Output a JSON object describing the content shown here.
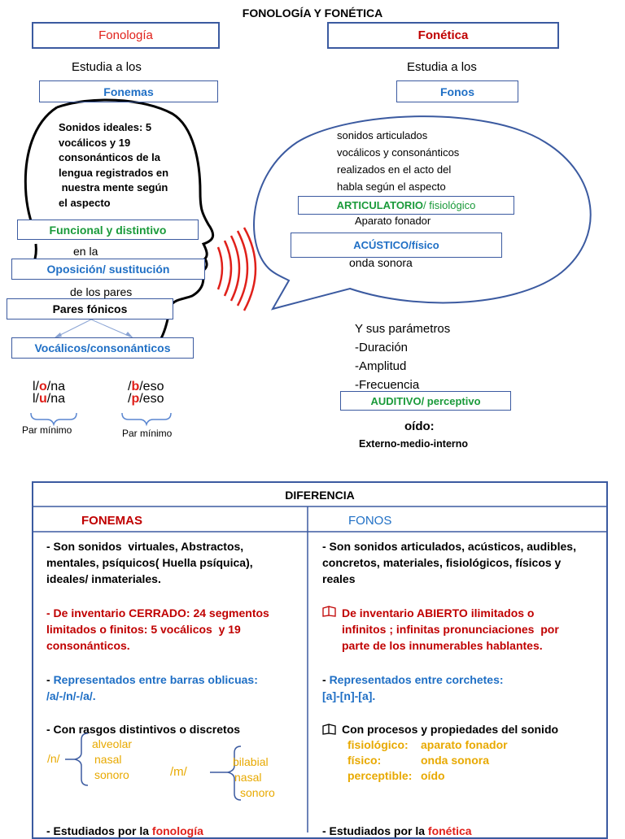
{
  "top": {
    "title": "FONOLOGÍA Y FONÉTICA",
    "left_box": "Fonología",
    "right_box": "Fonética",
    "left_studies": "Estudia a los",
    "right_studies": "Estudia a los",
    "fonemas_box": "Fonemas",
    "fonos_box": "Fonos"
  },
  "head": {
    "sonidos_lines": [
      "Sonidos ideales: 5",
      "vocálicos y 19",
      "consonánticos de la",
      "lengua registrados en",
      " nuestra mente según",
      "el aspecto"
    ],
    "funcional_box": "Funcional y distintivo",
    "en_la": "en la",
    "oposicion_box": "Oposición/ sustitución",
    "de_los_pares": "de los pares",
    "pares_box": "Pares fónicos",
    "vocalicos_box": "Vocálicos/consonánticos",
    "pair1_top": {
      "pre": "l/",
      "mid": "o",
      "post": "/na"
    },
    "pair1_bottom": {
      "pre": "l/",
      "mid": "u",
      "post": "/na"
    },
    "pair2_top": {
      "pre": "/",
      "mid": "b",
      "post": "/eso"
    },
    "pair2_bottom": {
      "pre": "/",
      "mid": "p",
      "post": "/eso"
    },
    "par_minimo_1": "Par mínimo",
    "par_minimo_2": "Par mínimo"
  },
  "bubble": {
    "lines": [
      "sonidos articulados",
      "vocálicos y consonánticos",
      "realizados en el acto del",
      "habla según el aspecto"
    ],
    "articulatorio_bold": "ARTICULATORIO",
    "articulatorio_rest": "/ fisiológico",
    "aparato": "Aparato fonador",
    "acustico_box": "ACÚSTICO/físico",
    "onda": "onda sonora"
  },
  "params": {
    "intro": "Y sus parámetros",
    "items": [
      "-Duración",
      "-Amplitud",
      "-Frecuencia"
    ],
    "auditivo_box": "AUDITIVO/ perceptivo",
    "oido": "oído:",
    "externo": "Externo-medio-interno"
  },
  "table": {
    "title": "DIFERENCIA",
    "left_header": "FONEMAS",
    "right_header": "FONOS",
    "left": {
      "p1": [
        "- Son sonidos  virtuales, Abstractos,",
        "mentales, psíquicos( Huella psíquica),",
        "ideales/ inmateriales."
      ],
      "p2": [
        "- De inventario CERRADO: 24 segmentos",
        "limitados o finitos: 5 vocálicos  y 19",
        "consonánticos."
      ],
      "p3_dash": "- ",
      "p3": [
        "Representados entre barras oblicuas:",
        "/a/-/n/-/a/."
      ],
      "p4": "- Con rasgos distintivos o discretos",
      "n_symbol": "/n/",
      "n_traits": [
        "alveolar",
        "nasal",
        "sonoro"
      ],
      "m_symbol": "/m/",
      "m_traits": [
        "bilabial",
        "nasal",
        "sonoro"
      ],
      "p5_pre": "- Estudiados por la ",
      "p5_word": "fonología"
    },
    "right": {
      "p1": [
        "- Son sonidos articulados, acústicos, audibles,",
        "concretos, materiales, fisiológicos, físicos y",
        "reales"
      ],
      "p2": [
        "De inventario ABIERTO ilimitados o",
        "infinitos ; infinitas pronunciaciones  por",
        "parte de los innumerables hablantes."
      ],
      "p3_dash": "- ",
      "p3": [
        "Representados entre corchetes:",
        "[a]-[n]-[a]."
      ],
      "p4": "Con procesos y propiedades del sonido",
      "props": [
        {
          "k": "fisiológico:",
          "v": "aparato fonador"
        },
        {
          "k": "físico:",
          "v": "onda sonora"
        },
        {
          "k": "perceptible:",
          "v": "oído"
        }
      ],
      "p5_pre": "- Estudiados por la ",
      "p5_word": "fonética"
    }
  }
}
